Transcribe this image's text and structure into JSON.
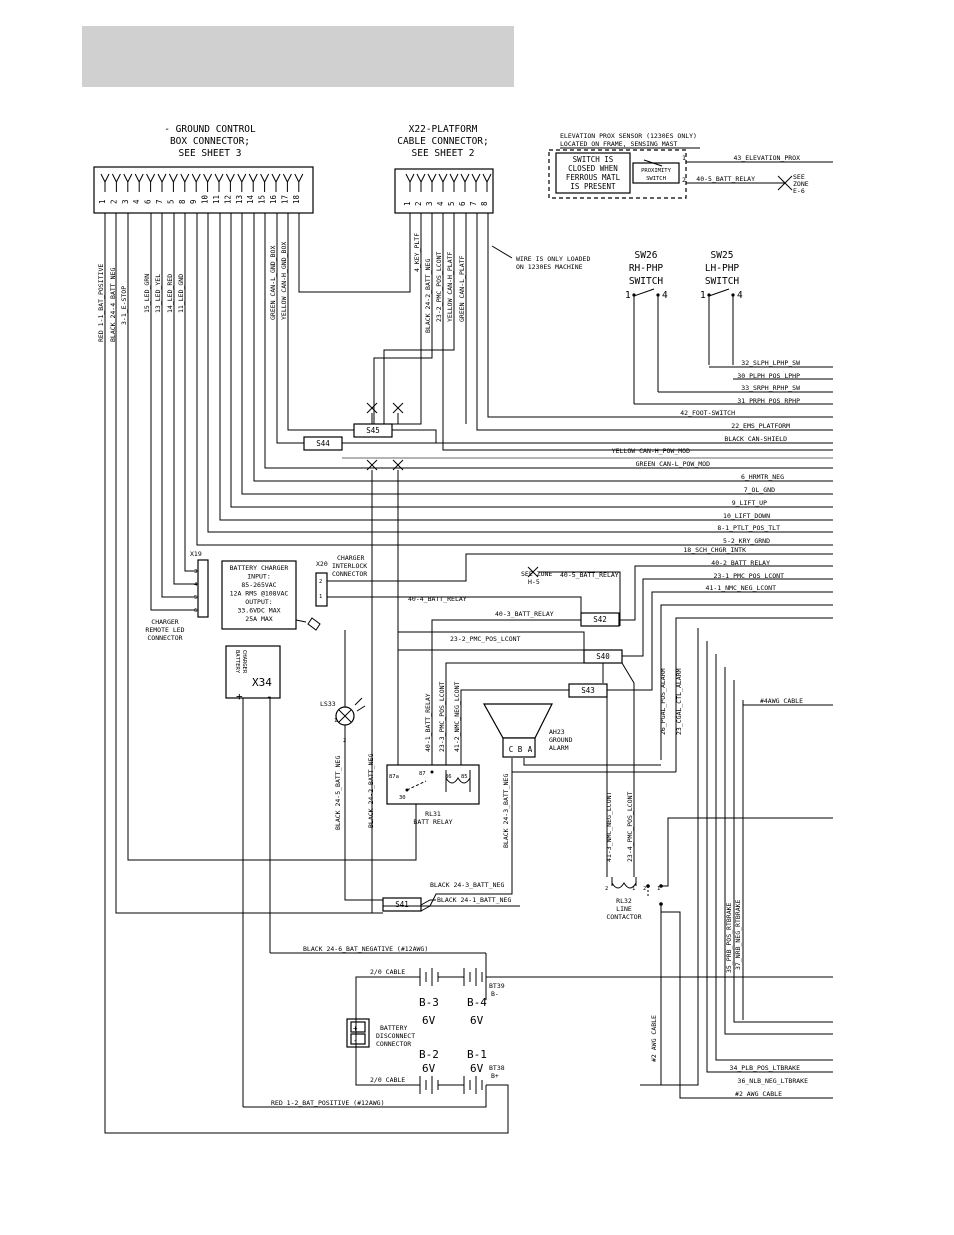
{
  "connectors": {
    "ground_box": {
      "lines": [
        "- GROUND CONTROL",
        "BOX CONNECTOR;",
        "SEE SHEET 3"
      ],
      "pins": [
        "1",
        "2",
        "3",
        "4",
        "5",
        "6",
        "7",
        "8",
        "9",
        "10",
        "11",
        "12",
        "13",
        "14",
        "15",
        "16",
        "17",
        "18"
      ]
    },
    "x22": {
      "lines": [
        "X22-PLATFORM",
        "CABLE CONNECTOR;",
        "SEE SHEET 2"
      ],
      "pins": [
        "1",
        "2",
        "3",
        "4",
        "5",
        "6",
        "7",
        "8"
      ]
    },
    "x19": {
      "label": "X19",
      "pins": [
        "3",
        "4",
        "5",
        "6"
      ],
      "caption": [
        "CHARGER",
        "REMOTE LED",
        "CONNECTOR"
      ]
    },
    "x20": {
      "label": "X20",
      "pins": [
        "2",
        "1"
      ],
      "caption": [
        "CHARGER",
        "INTERLOCK",
        "CONNECTOR"
      ]
    }
  },
  "elevation_sensor": {
    "lines": [
      "ELEVATION PROX SENSOR (1230ES ONLY)",
      "LOCATED ON FRAME, SENSING MAST"
    ],
    "note": [
      "SWITCH IS",
      "CLOSED WHEN",
      "FERROUS MATL",
      "IS PRESENT"
    ],
    "proximity": [
      "PROXIMITY",
      "SWITCH"
    ],
    "pin1": "1",
    "pin2": "2",
    "see_zone": [
      "SEE",
      "ZONE",
      "E-6"
    ]
  },
  "wire_note": [
    "WIRE IS ONLY LOADED",
    "ON 1230ES MACHINE"
  ],
  "switches": {
    "sw26": {
      "name": "SW26",
      "lines": [
        "RH-PHP",
        "SWITCH"
      ],
      "pin_left": "1",
      "pin_right": "4"
    },
    "sw25": {
      "name": "SW25",
      "lines": [
        "LH-PHP",
        "SWITCH"
      ],
      "pin_left": "1",
      "pin_right": "4"
    }
  },
  "right_wires": [
    "43_ELEVATION_PROX",
    "40-5_BATT_RELAY",
    "32_SLPH_LPHP_SW",
    "30_PLPH_POS_LPHP",
    "33_SRPH_RPHP_SW",
    "31_PRPH_POS_RPHP",
    "42_FOOT-SWITCH",
    "22_EMS_PLATFORM",
    "BLACK CAN-SHIELD",
    "YELLOW CAN-H_POW_MOD",
    "GREEN CAN-L_POW_MOD",
    "6_HRMTR_NEG",
    "7_OL_GND",
    "9_LIFT_UP",
    "10_LIFT_DOWN",
    "8-1_PTLT_POS_TLT",
    "5-2_KRY_GRND",
    "18_SCH_CHGR_INTK",
    "40-2_BATT_RELAY",
    "23-1_PMC_POS_LCONT",
    "41-1_NMC_NEG_LCONT",
    "#4AWG CABLE",
    "34_PLB_POS_LTBRAKE",
    "36_NLB_NEG_LTBRAKE",
    "#2 AWG CABLE"
  ],
  "vertical_wires": {
    "ground": [
      "RED 1-1_BAT_POSITIVE",
      "BLACK 24-4_BATT_NEG",
      "3-1_E-STOP",
      "15_LED_GRN",
      "13_LED_YEL",
      "14_LED_RED",
      "11_LED_GND"
    ],
    "can": [
      "GREEN CAN-L_GND_BOX",
      "YELLOW CAN-H_GND_BOX"
    ],
    "platform": [
      "4_KEY_PLTF",
      "BLACK 24-2_BATT_NEG",
      "23-2_PMC_POS_LCONT",
      "YELLOW CAN-H_PLATF",
      "GREEN CAN-L_PLATF"
    ],
    "relay": [
      "40-1_BATT_RELAY",
      "23-3_PMC_POS_LCONT",
      "41-2_NMC_NEG_LCONT"
    ],
    "alarm": [
      "26_PGAL_POS_ALARM",
      "23_CGAL_CTL_ALARM"
    ],
    "contactor": [
      "41-3_NMC_NEG_LCONT",
      "23-4_PMC_POS_LCONT"
    ],
    "brake": [
      "37_NRB_NEG_RTBRAKE",
      "35_PRB_POS_RTBRAKE"
    ],
    "batt_neg": [
      "BLACK 24-5_BATT_NEG",
      "BLACK 24-2_BATT_NEG",
      "BLACK 24-3_BATT_NEG"
    ],
    "cable": "#2 AWG CABLE"
  },
  "charger": {
    "lines": [
      "BATTERY CHARGER",
      "INPUT:",
      "85-265VAC",
      "12A RMS @108VAC",
      "OUTPUT:",
      "33.6VDC MAX",
      "25A MAX"
    ]
  },
  "x34": {
    "label": "X34",
    "side": [
      "BATTERY",
      "CHARGER"
    ],
    "plus": "+",
    "minus": "-"
  },
  "ls33": {
    "label": "LS33",
    "pin1": "1",
    "pin2": "2"
  },
  "alarm": {
    "letters": [
      "C",
      "B",
      "A"
    ],
    "lines": [
      "AH23",
      "GROUND",
      "ALARM"
    ]
  },
  "relay": {
    "pins": [
      "87a",
      "87",
      "86",
      "85",
      "30"
    ],
    "lines": [
      "RL31",
      "BATT RELAY"
    ]
  },
  "contactor": {
    "pins": [
      "2",
      "1",
      "2",
      "1"
    ],
    "lines": [
      "RL32",
      "LINE",
      "CONTACTOR"
    ]
  },
  "splices": [
    "S45",
    "S44",
    "S42",
    "S40",
    "S43",
    "S41"
  ],
  "see_zone_h5": [
    "SEE ZONE",
    "H-5"
  ],
  "mid_wires": [
    "40-5_BATT_RELAY",
    "40-4_BATT_RELAY",
    "40-3_BATT_RELAY",
    "23-2_PMC_POS_LCONT",
    "BLACK 24-3_BATT_NEG",
    "BLACK 24-1_BATT_NEG",
    "BLACK 24-6_BAT_NEGATIVE (#12AWG)",
    "RED 1-2_BAT_POSITIVE (#12AWG)"
  ],
  "batteries": {
    "cables": [
      "2/0 CABLE",
      "2/0 CABLE"
    ],
    "cells": [
      {
        "name": "B-3",
        "volt": "6V"
      },
      {
        "name": "B-4",
        "volt": "6V"
      },
      {
        "name": "B-2",
        "volt": "6V"
      },
      {
        "name": "B-1",
        "volt": "6V"
      }
    ],
    "bt39": [
      "BT39",
      "B-"
    ],
    "bt38": [
      "BT38",
      "B+"
    ],
    "disconnect": [
      "BATTERY",
      "DISCONNECT",
      "CONNECTOR"
    ]
  }
}
